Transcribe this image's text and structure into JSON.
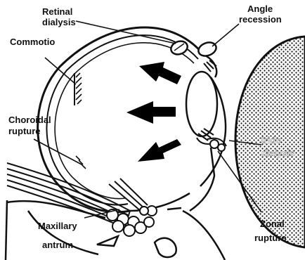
{
  "labels": {
    "retinal_dialysis": [
      "Retinal",
      "dialysis"
    ],
    "angle_recession": [
      "Angle",
      "recession"
    ],
    "commotio": "Commotio",
    "choroidal_rupture": [
      "Choroidal",
      "rupture"
    ],
    "irido_dialysis": [
      "Irido",
      "dialysis"
    ],
    "maxillary_antrum": [
      "Maxillary",
      "antrum"
    ],
    "zonal_rupture": [
      "Zonal",
      "rupture"
    ]
  },
  "colors": {
    "ink": "#111111",
    "paper": "#ffffff"
  },
  "icons": {
    "force_arrow": "left-arrow-icon"
  }
}
